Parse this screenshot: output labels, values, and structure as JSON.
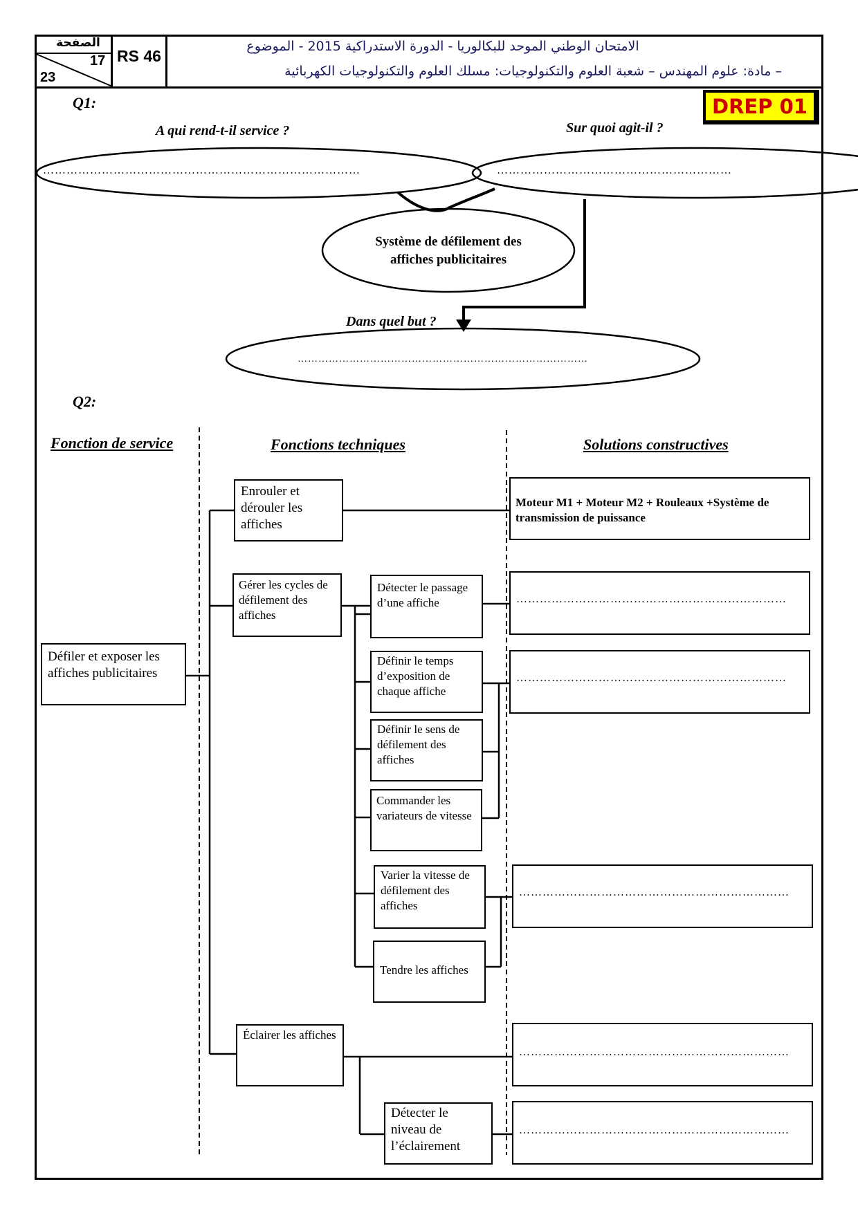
{
  "header": {
    "page_label": "الصفحة",
    "page_current": "17",
    "page_total": "23",
    "code": "RS 46",
    "line1": "الامتحان الوطني الموحد للبكالوريا - الدورة الاستدراكية 2015 - الموضوع",
    "line2": "– مادة: علوم المهندس – شعبة العلوم والتكنولوجيات: مسلك العلوم والتكنولوجيات الكهربائية",
    "badge": "DREP 01"
  },
  "q1": {
    "label": "Q1:",
    "who": "A qui rend-t-il service ?",
    "what": "Sur quoi agit-il ?",
    "system": "Système de défilement des affiches publicitaires",
    "why": "Dans quel but ?",
    "dots_left": "………………………………………………………………………",
    "dots_right": "……………………………………………………",
    "dots_bottom": "…………………………………………………………………………"
  },
  "q2": {
    "label": "Q2:",
    "col1": "Fonction de service",
    "col2": "Fonctions techniques",
    "col3": "Solutions constructives",
    "service": "Défiler et exposer les affiches publicitaires",
    "ft": {
      "enrouler": "Enrouler et dérouler les affiches",
      "gerer": "Gérer les cycles de défilement des affiches",
      "detecter_passage": "Détecter le passage d’une affiche",
      "temps": "Définir le temps d’exposition de chaque affiche",
      "sens": "Définir le sens de défilement des affiches",
      "commander": "Commander les variateurs de vitesse",
      "varier": "Varier la vitesse de défilement des affiches",
      "tendre": "Tendre les affiches",
      "eclairer": "Éclairer les affiches",
      "detecter_eclairement": "Détecter le niveau de l’éclairement"
    },
    "solutions": {
      "s1": "Moteur M1 + Moteur M2 + Rouleaux +Système de transmission de puissance",
      "dots": "……………………………………………………………"
    }
  }
}
